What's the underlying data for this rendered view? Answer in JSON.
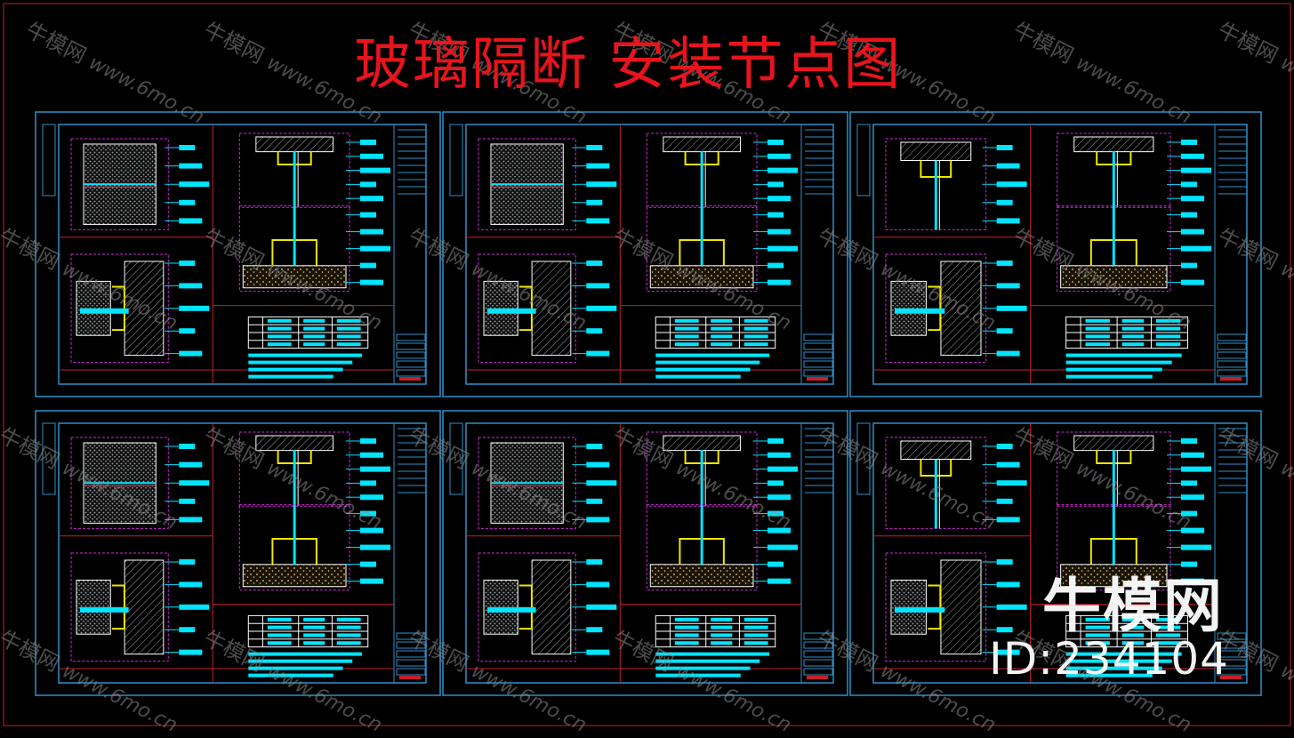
{
  "drawing": {
    "title": "玻璃隔断 安装节点图",
    "colors": {
      "background": "#000000",
      "title": "#e8141c",
      "frame": "#2f8fc8",
      "divider": "#c81e28",
      "detail": "#00e5ff",
      "hatch": "#9aa3a8",
      "outline": "#ffffff",
      "profile": "#f2e600",
      "aux": "#d02ad8",
      "concrete": "#c8a050"
    },
    "sheet_count": 6
  },
  "watermark": {
    "brand": "牛模网",
    "id": "ID:234104",
    "tile_text": "牛模网",
    "tile_url": "www.6mo.cn"
  }
}
